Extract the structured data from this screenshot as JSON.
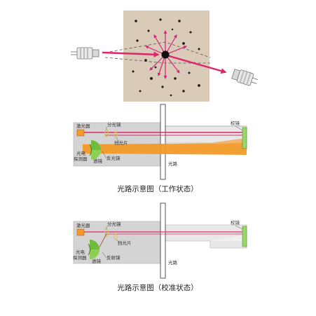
{
  "colors": {
    "scatter_bg": "#d9cbb8",
    "beam": "#e0246a",
    "arrows": "#d8207a",
    "housing": "#d4d4d4",
    "orange_beam": "#f39a28",
    "ring": "#d9c84a",
    "lens": "#6fbd3c",
    "probe_tip": "#e8e8e8"
  },
  "diagram1": {
    "labels": {
      "laser": "激光器",
      "splitter": "分光镜",
      "filter": "挡光片",
      "detector_line1": "光电",
      "detector_line2": "探测器",
      "lens": "透镜",
      "reflector": "反光镜",
      "calibration_mirror": "校镜",
      "light_path": "光路"
    },
    "caption": "光路示意图（工作状态）"
  },
  "diagram2": {
    "labels": {
      "laser": "激光器",
      "splitter": "分光镜",
      "filter": "挡光片",
      "detector_line1": "光电",
      "detector_line2": "探测器",
      "lens": "透镜",
      "reflector": "反射镜",
      "calibration_mirror": "校镜",
      "light_path": "光路"
    },
    "caption": "光路示意图（校准状态）"
  }
}
